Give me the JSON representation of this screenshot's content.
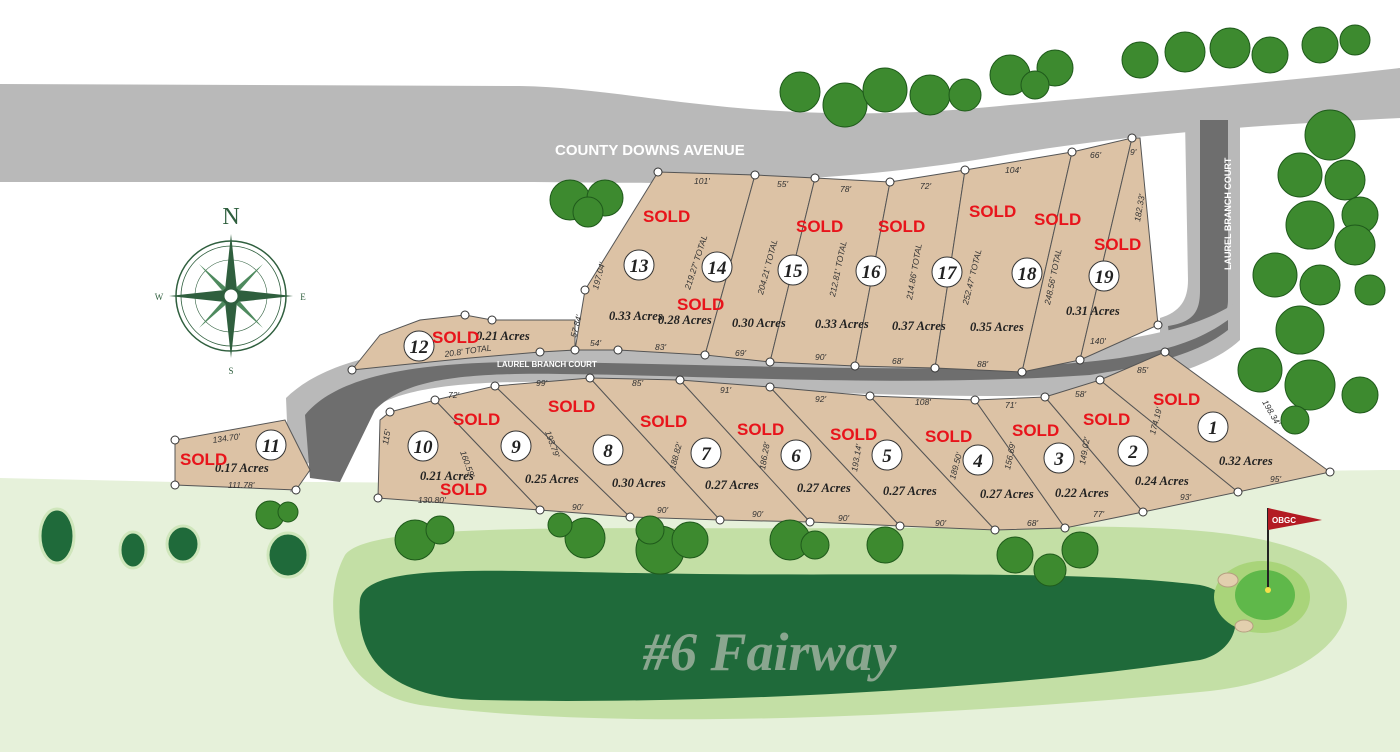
{
  "roads": {
    "county_downs": "COUNTY DOWNS AVENUE",
    "laurel_branch_court": "LAUREL BRANCH COURT"
  },
  "compass": {
    "n": "N",
    "s": "S",
    "e": "E",
    "w": "W"
  },
  "fairway_label": "#6 Fairway",
  "flag_label": "OBGC",
  "sold_label": "SOLD",
  "lots": [
    {
      "num": "1",
      "acres": "0.32 Acres",
      "sold": true
    },
    {
      "num": "2",
      "acres": "0.24 Acres",
      "sold": true
    },
    {
      "num": "3",
      "acres": "0.22 Acres",
      "sold": true
    },
    {
      "num": "4",
      "acres": "0.27 Acres",
      "sold": true
    },
    {
      "num": "5",
      "acres": "0.27 Acres",
      "sold": true
    },
    {
      "num": "6",
      "acres": "0.27 Acres",
      "sold": true
    },
    {
      "num": "7",
      "acres": "0.27 Acres",
      "sold": true
    },
    {
      "num": "8",
      "acres": "0.30 Acres",
      "sold": true
    },
    {
      "num": "9",
      "acres": "0.25 Acres",
      "sold": true
    },
    {
      "num": "10",
      "acres": "0.21 Acres",
      "sold": true
    },
    {
      "num": "11",
      "acres": "0.17 Acres",
      "sold": true
    },
    {
      "num": "12",
      "acres": "0.21 Acres",
      "sold": true
    },
    {
      "num": "13",
      "acres": "0.33 Acres",
      "sold": true
    },
    {
      "num": "14",
      "acres": "0.28 Acres",
      "sold": true
    },
    {
      "num": "15",
      "acres": "0.30 Acres",
      "sold": true
    },
    {
      "num": "16",
      "acres": "0.33 Acres",
      "sold": true
    },
    {
      "num": "17",
      "acres": "0.37 Acres",
      "sold": true
    },
    {
      "num": "18",
      "acres": "0.35 Acres",
      "sold": true
    },
    {
      "num": "19",
      "acres": "0.31 Acres",
      "sold": true
    }
  ],
  "dimensions": {
    "d_101": "101'",
    "d_55": "55'",
    "d_78": "78'",
    "d_72": "72'",
    "d_104": "104'",
    "d_66": "66'",
    "d_9": "9'",
    "d_18233": "182.33'",
    "d_19704": "197.04'",
    "d_5784": "57.84'",
    "d_21927": "219.27' TOTAL",
    "d_20421": "204.21' TOTAL",
    "d_21281": "212.81' TOTAL",
    "d_21486": "214.86' TOTAL",
    "d_25247": "252.47' TOTAL",
    "d_24856": "248.56' TOTAL",
    "d_54": "54'",
    "d_83": "83'",
    "d_69": "69'",
    "d_90": "90'",
    "d_68": "68'",
    "d_88": "88'",
    "d_140": "140'",
    "d_208": "20.8' TOTAL",
    "d_72b": "72'",
    "d_99": "99'",
    "d_85": "85'",
    "d_91": "91'",
    "d_92": "92'",
    "d_108": "108'",
    "d_71": "71'",
    "d_58": "58'",
    "d_85b": "85'",
    "d_19834": "198.34'",
    "d_17419": "174.19'",
    "d_14902": "149.02'",
    "d_15669": "156.69'",
    "d_18950": "189.50'",
    "d_19314": "193.14'",
    "d_18628": "186.28'",
    "d_18882": "188.82'",
    "d_19379": "193.79'",
    "d_16059": "160.59'",
    "d_115": "115'",
    "d_13080": "130.80'",
    "d_90a": "90'",
    "d_90b": "90'",
    "d_90c": "90'",
    "d_90d": "90'",
    "d_90e": "90'",
    "d_68b": "68'",
    "d_77": "77'",
    "d_93": "93'",
    "d_95": "95'",
    "d_13470": "134.70'",
    "d_11178": "111.78'"
  }
}
